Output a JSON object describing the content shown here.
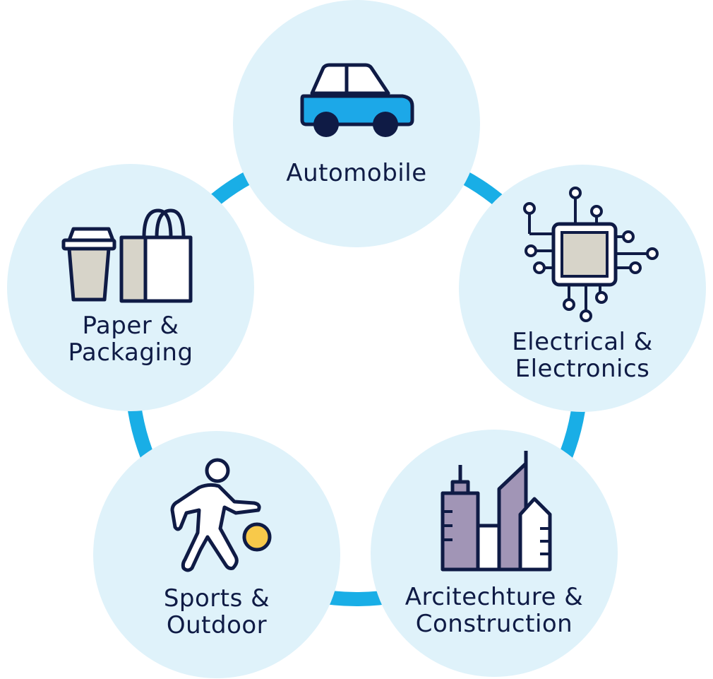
{
  "colors": {
    "ring": "#19aee6",
    "circle": "#dff2fa",
    "ink": "#0f1b45",
    "car_blue": "#1ca8e8",
    "paper_gray": "#d7d4c9",
    "building_purple": "#a195b6",
    "ball_yellow": "#f8c94a"
  },
  "categories": [
    {
      "id": "automobile",
      "icon": "car-icon",
      "label_lines": [
        "Automobile"
      ]
    },
    {
      "id": "electrical",
      "icon": "microchip-icon",
      "label_lines": [
        "Electrical &",
        "Electronics"
      ]
    },
    {
      "id": "architecture",
      "icon": "city-buildings-icon",
      "label_lines": [
        "Arcitechture &",
        "Construction"
      ]
    },
    {
      "id": "sports",
      "icon": "basketball-player-icon",
      "label_lines": [
        "Sports &",
        "Outdoor"
      ]
    },
    {
      "id": "paper",
      "icon": "cup-and-bag-icon",
      "label_lines": [
        "Paper &",
        "Packaging"
      ]
    }
  ]
}
